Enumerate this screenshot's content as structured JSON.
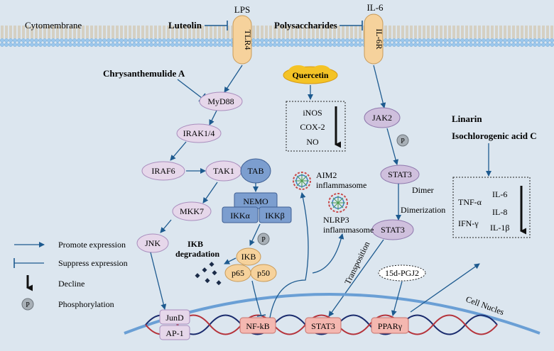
{
  "labels": {
    "cytomembrane": "Cytomembrane",
    "lps": "LPS",
    "il6_top": "IL-6",
    "luteolin": "Luteolin",
    "polysaccharides": "Polysaccharides",
    "tlr4": "TLR4",
    "il6r": "IL-6R",
    "chrysanthemulide": "Chrysanthemulide A",
    "myd88": "MyD88",
    "quercetin": "Quercetin",
    "inos": "iNOS",
    "cox2": "COX-2",
    "no": "NO",
    "jak2": "JAK2",
    "p": "P",
    "irak": "IRAK1/4",
    "linarin": "Linarin",
    "isochlorogenic": "Isochlorogenic acid C",
    "iraf6": "IRAF6",
    "tak1": "TAK1",
    "tab": "TAB",
    "aim2_line1": "AIM2",
    "aim2_line2": "inflammasome",
    "stat3": "STAT3",
    "dimer": "Dimer",
    "dimerization": "Dimerization",
    "nemo": "NEMO",
    "ikka": "IKKα",
    "ikkb": "IKKβ",
    "mkk7": "MKK7",
    "nlrp3_line1": "NLRP3",
    "nlrp3_line2": "inflammasome",
    "tnfa": "TNF-α",
    "ifng": "IFN-γ",
    "il6": "IL-6",
    "il8": "IL-8",
    "il1b": "IL-1β",
    "jnk": "JNK",
    "ikb_deg_line1": "IKB",
    "ikb_deg_line2": "degradation",
    "ikb": "IKB",
    "p65": "p65",
    "p50": "p50",
    "transposition": "Transposition",
    "pgj2": "15d-PGJ2",
    "cell_nucleus": "Cell Nucles",
    "jund": "JunD",
    "ap1": "AP-1",
    "nfkb": "NF-kB",
    "ppar": "PPARγ"
  },
  "legend": {
    "promote": "Promote expression",
    "suppress": "Suppress expression",
    "decline": "Decline",
    "phosphorylation": "Phosphorylation"
  },
  "colors": {
    "background": "#dce6ef",
    "membrane": "#8cbfe8",
    "node_pink": "#e6d7ea",
    "node_purple": "#cfc0dd",
    "node_blue": "#7c9ecf",
    "node_orange": "#f6d29c",
    "node_salmon": "#f4b7b0",
    "quercetin": "#f4c326",
    "arrow": "#1d5a8f"
  },
  "icons": {
    "membrane_receptor": "receptor-tube",
    "inflammasome": "inflammasome-wheel",
    "dna": "dna-helix",
    "decline": "down-arrow",
    "phospho": "p-circle"
  }
}
